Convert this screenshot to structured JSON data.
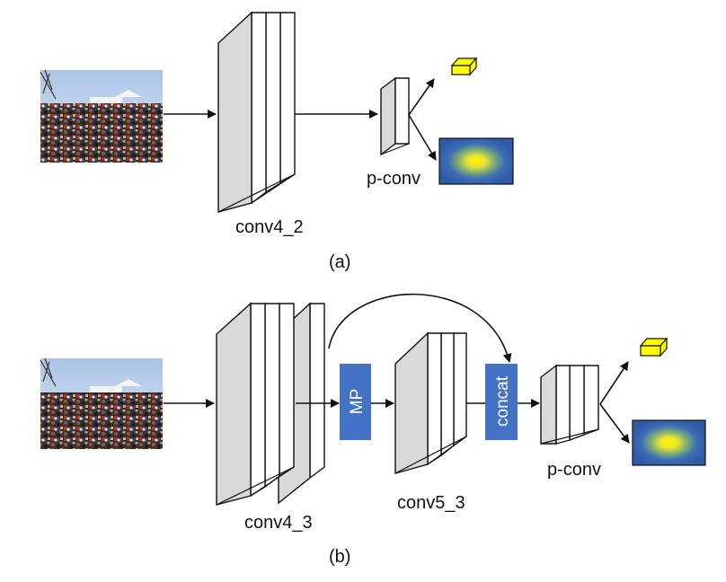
{
  "panel_a": {
    "caption": "(a)",
    "backbone_label": "conv4_2",
    "head_label": "p-conv"
  },
  "panel_b": {
    "caption": "(b)",
    "backbone_label": "conv4_3",
    "pool_label": "MP",
    "mid_label": "conv5_3",
    "concat_label": "concat",
    "head_label": "p-conv"
  },
  "colors": {
    "block_front": "#d9d9d9",
    "box_blue": "#4472c4",
    "density_bg": "#2f5aa8",
    "density_center": "#fff200",
    "cuboid_yellow": "#ffff00"
  }
}
